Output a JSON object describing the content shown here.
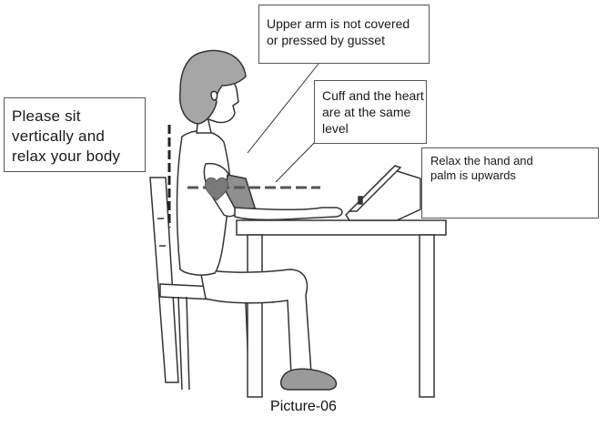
{
  "callouts": {
    "sit": "Please sit\nvertically and\nrelax your body",
    "upper_arm": "Upper arm is not covered\nor pressed by gusset",
    "cuff_heart": "Cuff and the heart\nare at the same\nlevel",
    "relax_hand": "Relax the hand and\npalm is upwards"
  },
  "caption": "Picture-06",
  "colors": {
    "line": "#333333",
    "heart": "#7a7a7a",
    "cuff": "#8f8f8f",
    "floor_slipper": "#9a9a9a"
  },
  "icons": [
    "heart-icon",
    "arrow-up-icon",
    "palm-up-hand-icon"
  ]
}
